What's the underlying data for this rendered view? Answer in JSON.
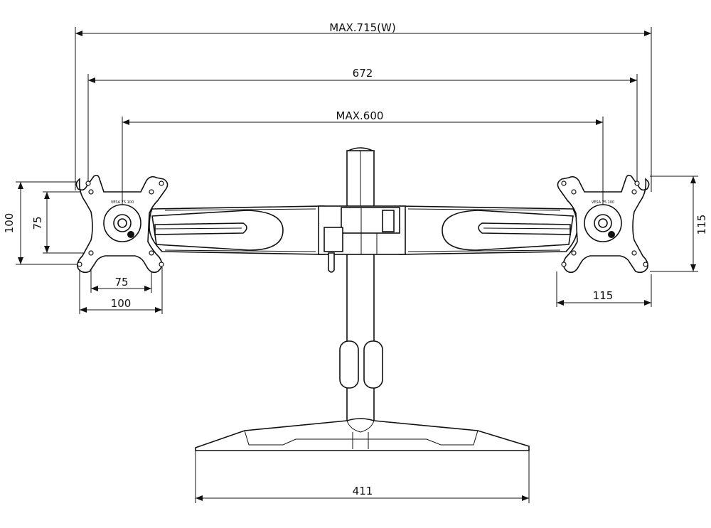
{
  "dimensions": {
    "overall_width": "MAX.715(W)",
    "arm_span": "672",
    "vesa_center_span": "MAX.600",
    "left_vesa_small_width": "75",
    "left_vesa_large_width": "100",
    "left_vesa_small_height": "75",
    "left_vesa_large_height": "100",
    "right_plate_width": "115",
    "right_plate_height": "115",
    "base_width": "411"
  },
  "plate_labels": {
    "left": "VESA 75 100",
    "right": "VESA 75 100"
  },
  "colors": {
    "line": "#111111",
    "background": "#ffffff"
  }
}
